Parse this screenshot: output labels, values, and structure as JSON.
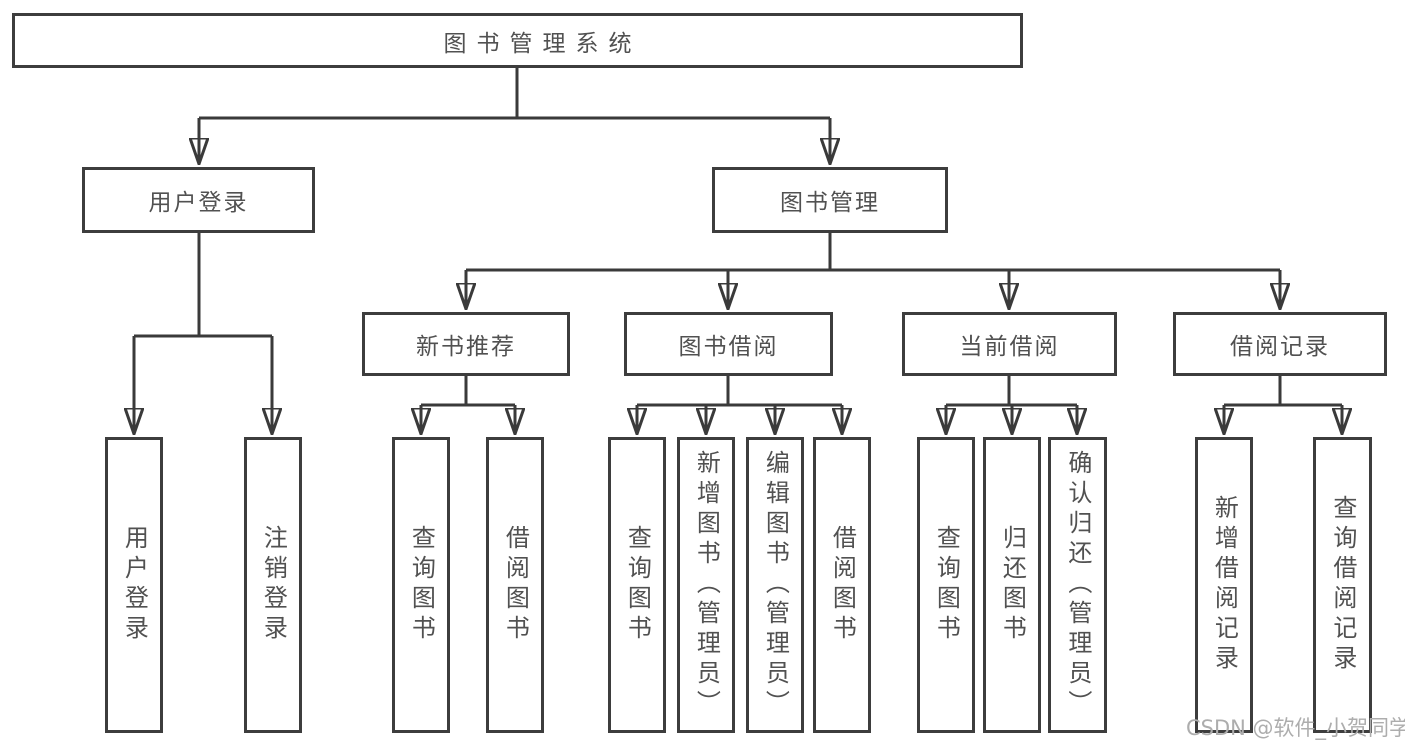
{
  "tree": {
    "label": "图书管理系统",
    "children": [
      {
        "label": "用户登录",
        "children": [
          {
            "label": "用户登录"
          },
          {
            "label": "注销登录"
          }
        ]
      },
      {
        "label": "图书管理",
        "children": [
          {
            "label": "新书推荐",
            "children": [
              {
                "label": "查询图书"
              },
              {
                "label": "借阅图书"
              }
            ]
          },
          {
            "label": "图书借阅",
            "children": [
              {
                "label": "查询图书"
              },
              {
                "label": "新增图书（管理员）"
              },
              {
                "label": "编辑图书（管理员）"
              },
              {
                "label": "借阅图书"
              }
            ]
          },
          {
            "label": "当前借阅",
            "children": [
              {
                "label": "查询图书"
              },
              {
                "label": "归还图书"
              },
              {
                "label": "确认归还（管理员）"
              }
            ]
          },
          {
            "label": "借阅记录",
            "children": [
              {
                "label": "新增借阅记录"
              },
              {
                "label": "查询借阅记录"
              }
            ]
          }
        ]
      }
    ]
  },
  "watermark": {
    "text": "CSDN @软件_小贺同学"
  },
  "colors": {
    "line": "#3a3a3a",
    "box_border": "#3d3d3d",
    "text": "#515151",
    "watermark": "#adadad",
    "background": "#ffffff"
  }
}
